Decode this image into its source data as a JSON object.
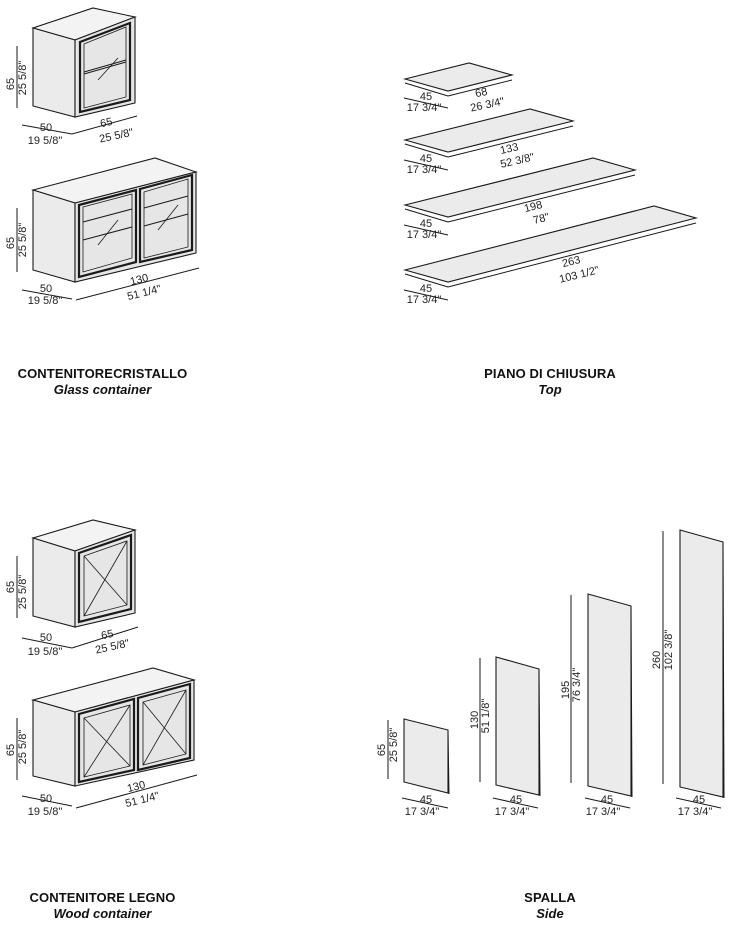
{
  "sections": {
    "glass": {
      "title_it": "CONTENITORECRISTALLO",
      "title_en": "Glass container"
    },
    "top": {
      "title_it": "PIANO DI CHIUSURA",
      "title_en": "Top"
    },
    "wood": {
      "title_it": "CONTENITORE LEGNO",
      "title_en": "Wood container"
    },
    "side": {
      "title_it": "SPALLA",
      "title_en": "Side"
    }
  },
  "dims": {
    "h65_cm": "65",
    "h65_in": "25 5/8\"",
    "d50_cm": "50",
    "d50_in": "19 5/8\"",
    "w65_cm": "65",
    "w65_in": "25 5/8\"",
    "w130_cm": "130",
    "w130_in": "51 1/4\"",
    "d45_cm": "45",
    "d45_in": "17 3/4\"",
    "l68_cm": "68",
    "l68_in": "26 3/4\"",
    "l133_cm": "133",
    "l133_in": "52 3/8\"",
    "l198_cm": "198",
    "l198_in": "78\"",
    "l263_cm": "263",
    "l263_in": "103 1/2\"",
    "s130_cm": "130",
    "s130_in": "51 1/8\"",
    "s195_cm": "195",
    "s195_in": "76 3/4\"",
    "s260_cm": "260",
    "s260_in": "102 3/8\""
  },
  "colors": {
    "panel": "#ebebeb",
    "face": "#e2e2e2",
    "top": "#f3f3f3",
    "line": "#1a1a1a"
  }
}
